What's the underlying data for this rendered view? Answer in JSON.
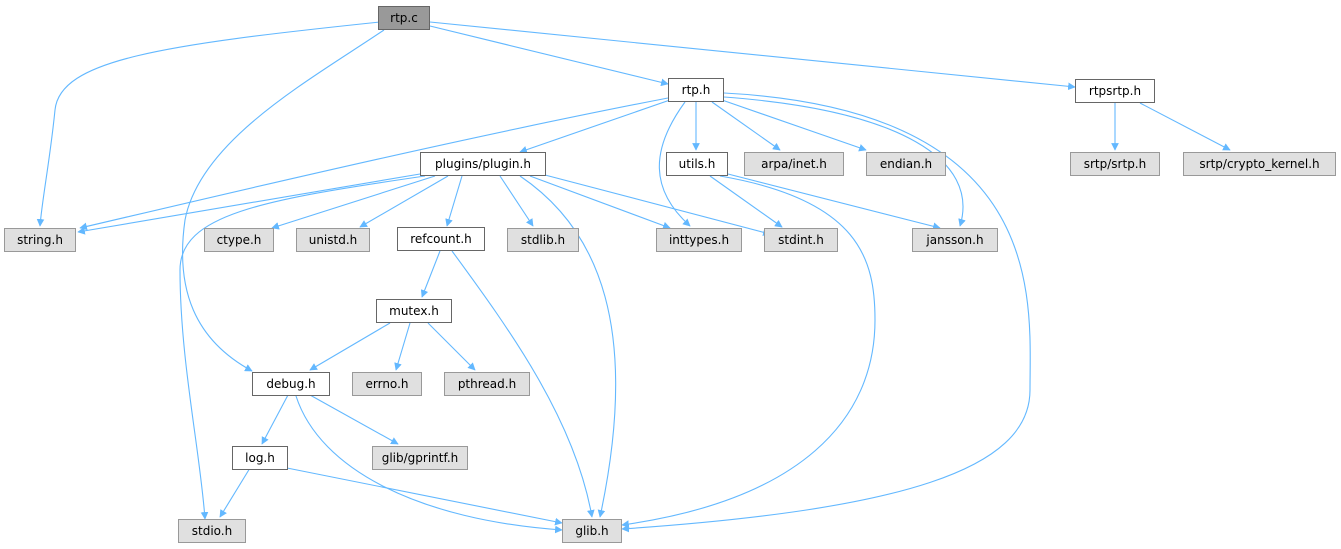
{
  "colors": {
    "edge": "#63b8ff",
    "root_fill": "#999999",
    "internal_fill": "#ffffff",
    "external_fill": "#e0e0e0"
  },
  "nodes": {
    "rtp_c": "rtp.c",
    "rtp_h": "rtp.h",
    "rtpsrtp_h": "rtpsrtp.h",
    "plugins_plugin_h": "plugins/plugin.h",
    "utils_h": "utils.h",
    "arpa_inet_h": "arpa/inet.h",
    "endian_h": "endian.h",
    "srtp_srtp_h": "srtp/srtp.h",
    "srtp_crypto_kernel_h": "srtp/crypto_kernel.h",
    "string_h": "string.h",
    "ctype_h": "ctype.h",
    "unistd_h": "unistd.h",
    "refcount_h": "refcount.h",
    "stdlib_h": "stdlib.h",
    "inttypes_h": "inttypes.h",
    "stdint_h": "stdint.h",
    "jansson_h": "jansson.h",
    "mutex_h": "mutex.h",
    "debug_h": "debug.h",
    "errno_h": "errno.h",
    "pthread_h": "pthread.h",
    "log_h": "log.h",
    "glib_gprintf_h": "glib/gprintf.h",
    "stdio_h": "stdio.h",
    "glib_h": "glib.h"
  }
}
